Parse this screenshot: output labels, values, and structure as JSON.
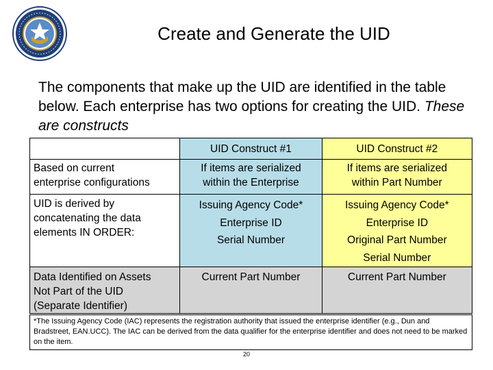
{
  "slide": {
    "title": "Create and Generate the UID",
    "intro_text": "The components that make up the UID are identified in the table below.  Each enterprise has two options for creating the UID. ",
    "intro_italic": "These are constructs",
    "page_number": "20"
  },
  "table": {
    "headers": [
      "",
      "UID Construct #1",
      "UID Construct #2"
    ],
    "rows": [
      {
        "label": [
          "Based on current",
          "enterprise configurations"
        ],
        "construct1": [
          "If items are serialized",
          "within the Enterprise"
        ],
        "construct2": [
          "If items are serialized",
          "within Part Number"
        ]
      },
      {
        "label": [
          "UID is derived by",
          "concatenating the data",
          "elements IN ORDER:"
        ],
        "construct1": [
          "Issuing Agency Code*",
          "Enterprise ID",
          "Serial Number"
        ],
        "construct2": [
          "Issuing Agency Code*",
          "Enterprise ID",
          "Original Part Number",
          "Serial Number"
        ]
      },
      {
        "label": [
          "Data Identified on Assets",
          "Not Part of the UID",
          "(Separate Identifier)"
        ],
        "construct1": [
          "Current Part Number"
        ],
        "construct2": [
          "Current Part Number"
        ]
      }
    ]
  },
  "footnote": "*The Issuing Agency Code (IAC) represents the registration authority that issued the enterprise identifier (e.g., Dun and Bradstreet,  EAN.UCC).  The IAC can be derived from the data qualifier for the enterprise identifier and does not need to be marked on the item.",
  "colors": {
    "construct1_bg": "#b7dde8",
    "construct2_bg": "#ffff99",
    "separate_row_bg": "#d4d4d4",
    "seal_blue": "#1f3f7a"
  },
  "icons": {
    "seal": "department-of-defense-seal"
  }
}
